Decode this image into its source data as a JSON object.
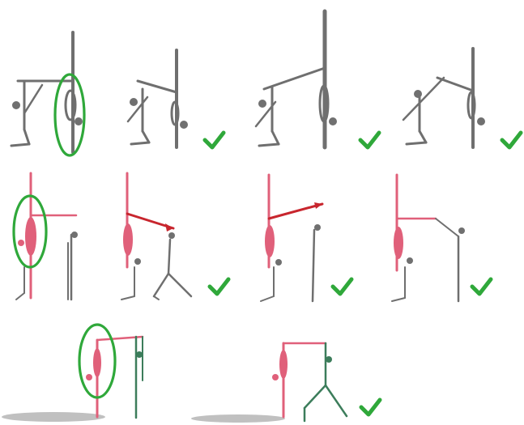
{
  "figure": {
    "colors": {
      "background": "#ffffff",
      "patient": "#6f6f6f",
      "patient_highlight": "#e0607a",
      "examiner_line": "#c8262e",
      "examiner_alt": "#3c7d5b",
      "accent": "#2fa83a"
    },
    "rows": [
      {
        "panels": [
          {
            "marker": "circle-highlight",
            "checked": false
          },
          {
            "marker": "none",
            "checked": true
          },
          {
            "marker": "none",
            "checked": true
          },
          {
            "marker": "none",
            "checked": true
          }
        ]
      },
      {
        "panels": [
          {
            "marker": "circle-highlight",
            "checked": false
          },
          {
            "marker": "none",
            "checked": true
          },
          {
            "marker": "none",
            "checked": true
          },
          {
            "marker": "none",
            "checked": true
          }
        ]
      },
      {
        "panels": [
          {
            "marker": "circle-highlight",
            "checked": false
          },
          {
            "marker": "none",
            "checked": true
          }
        ]
      }
    ],
    "icons": {
      "check": "check-mark-icon",
      "highlight": "highlight-ring-icon"
    }
  }
}
